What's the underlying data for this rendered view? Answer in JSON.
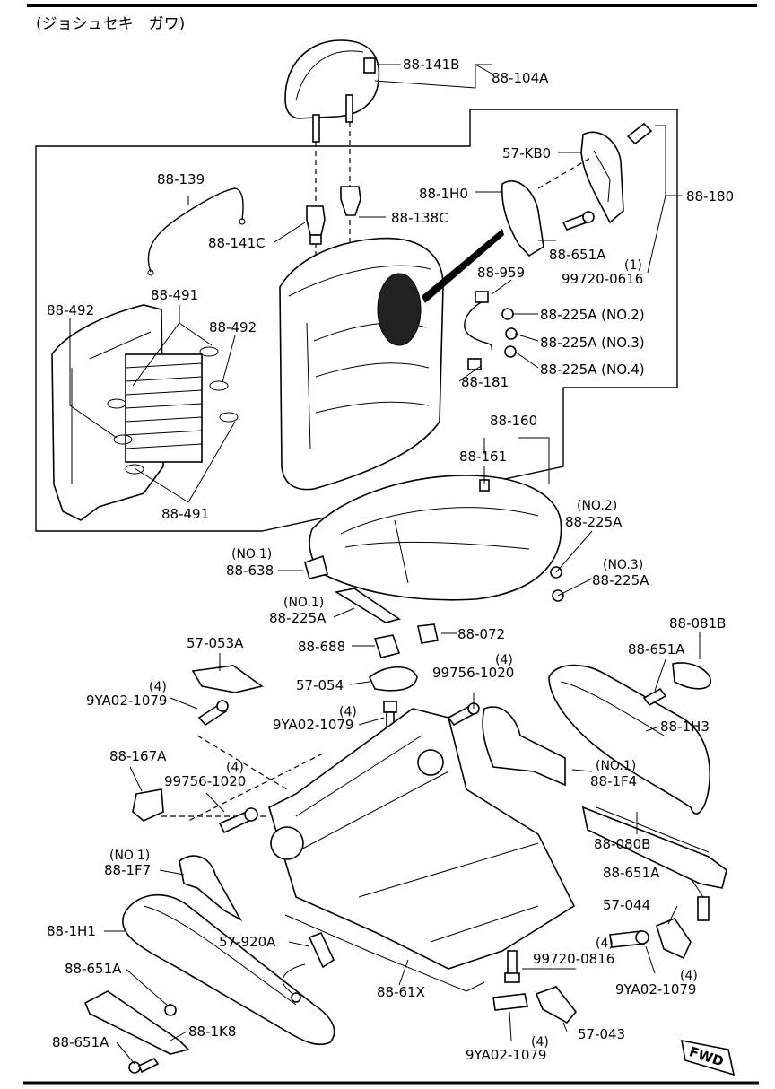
{
  "header": {
    "title": "(ジョシュセキ　ガワ)"
  },
  "callouts": {
    "c88_141B": "88-141B",
    "c88_104A": "88-104A",
    "c57_KB0": "57-KB0",
    "c88_180": "88-180",
    "c88_139": "88-139",
    "c88_1H0": "88-1H0",
    "c88_138C": "88-138C",
    "c88_141C": "88-141C",
    "c88_651A_top": "88-651A",
    "c99720_0616_qty": "(1)",
    "c99720_0616": "99720-0616",
    "c88_959": "88-959",
    "c88_491_top": "88-491",
    "c88_492_left": "88-492",
    "c88_492_right": "88-492",
    "c88_225A_no2_top": "88-225A (NO.2)",
    "c88_225A_no3_top": "88-225A (NO.3)",
    "c88_225A_no4": "88-225A (NO.4)",
    "c88_181": "88-181",
    "c88_160": "88-160",
    "c88_161": "88-161",
    "c88_491_bottom": "88-491",
    "c88_225A_no2_qty": "(NO.2)",
    "c88_225A_no2": "88-225A",
    "c88_638_qty": "(NO.1)",
    "c88_638": "88-638",
    "c88_225A_no3_qty": "(NO.3)",
    "c88_225A_no3": "88-225A",
    "c88_225A_no1_qty": "(NO.1)",
    "c88_225A_no1": "88-225A",
    "c88_081B": "88-081B",
    "c57_053A": "57-053A",
    "c88_072": "88-072",
    "c88_688": "88-688",
    "c88_651A_right": "88-651A",
    "c9YA02_1079_a_qty": "(4)",
    "c9YA02_1079_a": "9YA02-1079",
    "c99756_1020_a_qty": "(4)",
    "c99756_1020_a": "99756-1020",
    "c57_054": "57-054",
    "c9YA02_1079_b_qty": "(4)",
    "c9YA02_1079_b": "9YA02-1079",
    "c88_1H3": "88-1H3",
    "c88_167A": "88-167A",
    "c99756_1020_b_qty": "(4)",
    "c99756_1020_b": "99756-1020",
    "c88_1F4_qty": "(NO.1)",
    "c88_1F4": "88-1F4",
    "c88_1F7_qty": "(NO.1)",
    "c88_1F7": "88-1F7",
    "c88_080B": "88-080B",
    "c88_651A_mid": "88-651A",
    "c88_1H1": "88-1H1",
    "c57_044": "57-044",
    "c57_920A": "57-920A",
    "c88_651A_left": "88-651A",
    "c99720_0816_qty": "(4)",
    "c99720_0816": "99720-0816",
    "c9YA02_1079_c_qty": "(4)",
    "c9YA02_1079_c": "9YA02-1079",
    "c88_61X": "88-61X",
    "c88_1K8": "88-1K8",
    "c57_043": "57-043",
    "c88_651A_bottom": "88-651A",
    "c9YA02_1079_d_qty": "(4)",
    "c9YA02_1079_d": "9YA02-1079"
  },
  "fwd_badge": "FWD"
}
